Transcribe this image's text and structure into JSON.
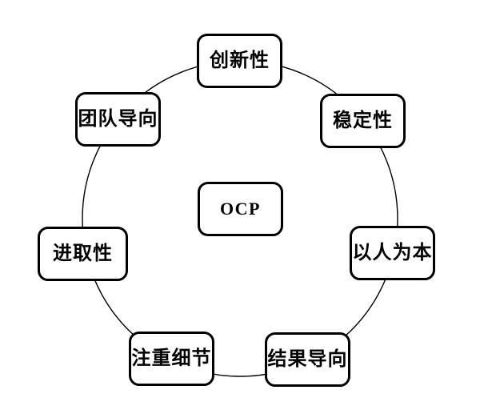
{
  "diagram": {
    "center_node": {
      "label": "OCP"
    },
    "nodes": [
      {
        "label": "创新性"
      },
      {
        "label": "稳定性"
      },
      {
        "label": "以人为本"
      },
      {
        "label": "结果导向"
      },
      {
        "label": "注重细节"
      },
      {
        "label": "进取性"
      },
      {
        "label": "团队导向"
      }
    ],
    "colors": {
      "stroke": "#000000",
      "node_fill": "#ffffff",
      "background": "#ffffff"
    }
  }
}
